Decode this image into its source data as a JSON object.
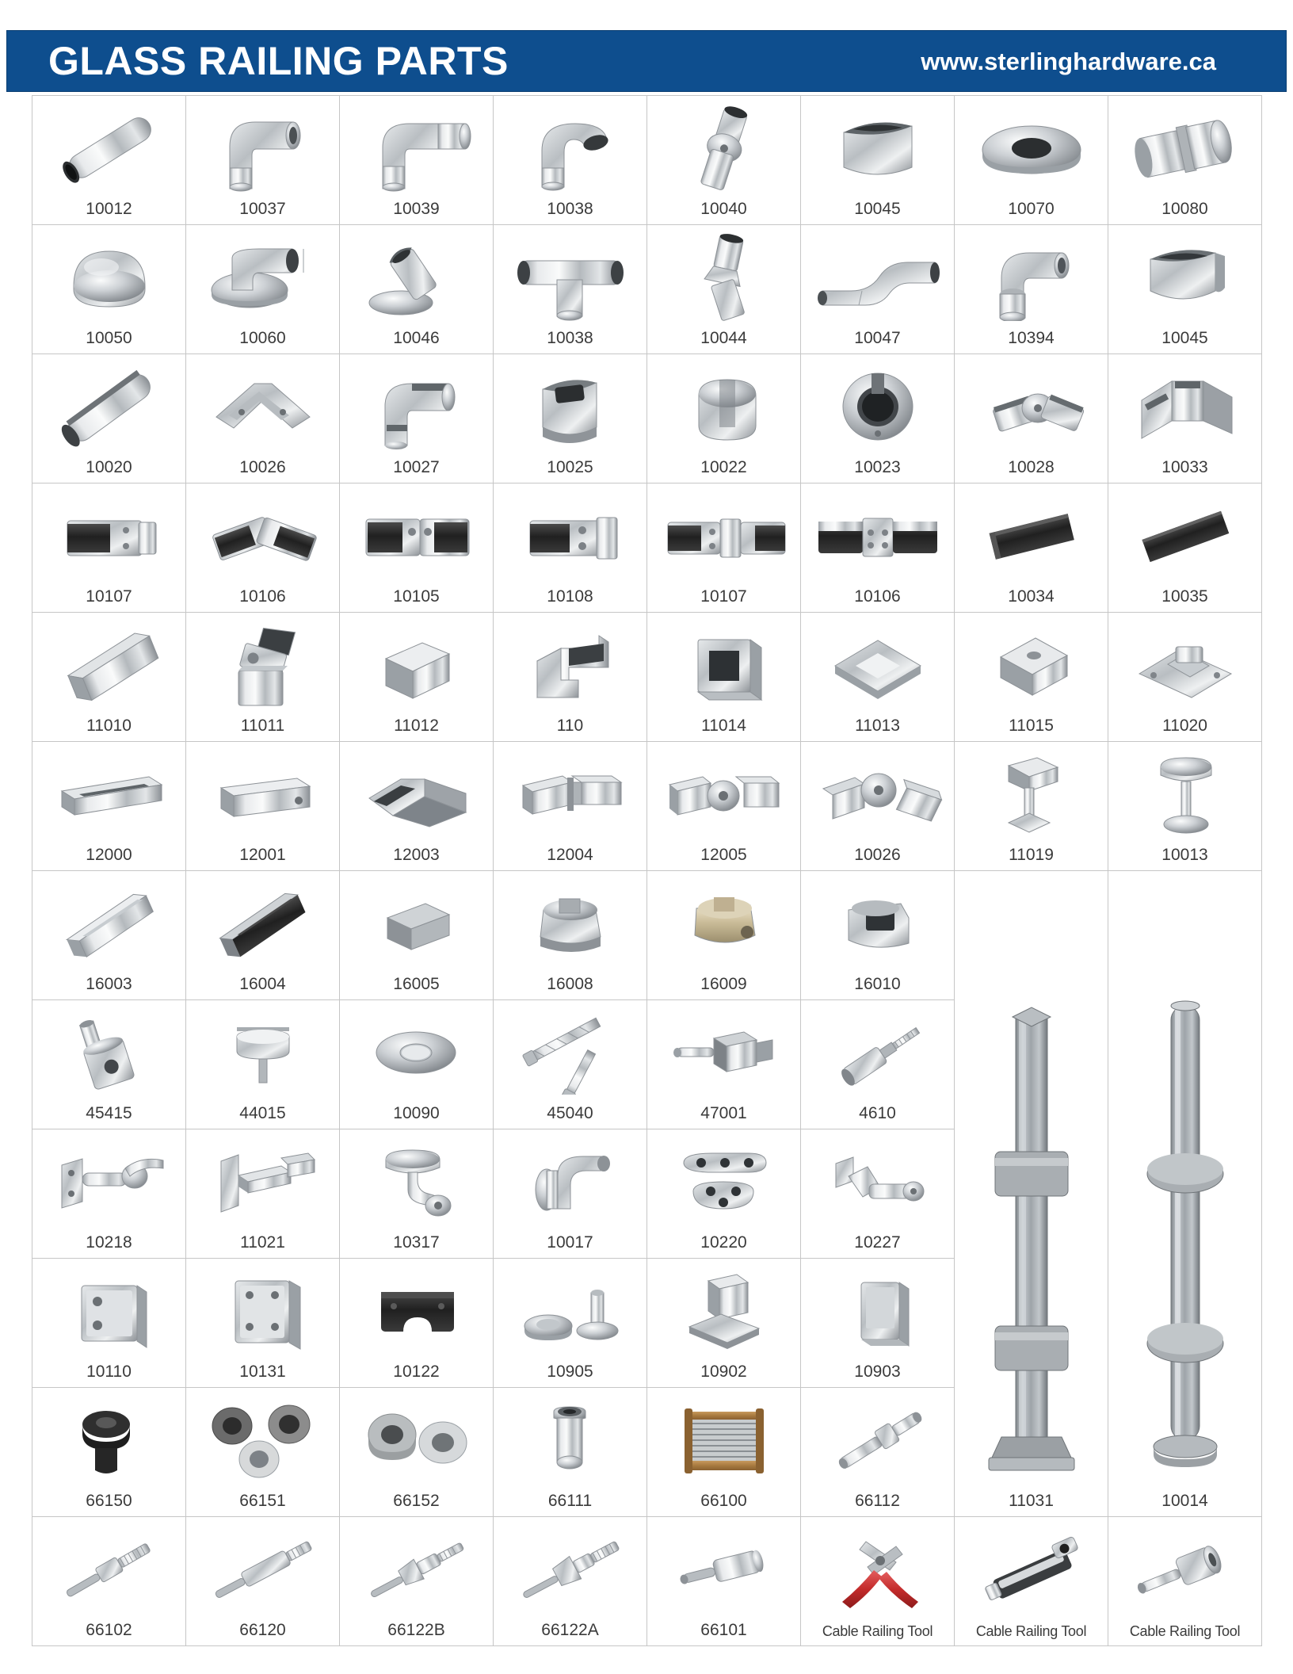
{
  "header": {
    "title": "GLASS RAILING PARTS",
    "url": "www.sterlinghardware.ca",
    "background_color": "#0e4e8e",
    "text_color": "#ffffff"
  },
  "grid": {
    "columns": 8,
    "rows": 12,
    "border_color": "#c6c6c6",
    "label_color": "#3a3a3a"
  },
  "products": {
    "r1": [
      {
        "label": "10012",
        "icon": "straight-tube"
      },
      {
        "label": "10037",
        "icon": "elbow-90-flush"
      },
      {
        "label": "10039",
        "icon": "elbow-90-tube"
      },
      {
        "label": "10038",
        "icon": "elbow-curved"
      },
      {
        "label": "10040",
        "icon": "adjustable-elbow"
      },
      {
        "label": "10045",
        "icon": "saddle-cap"
      },
      {
        "label": "10070",
        "icon": "round-flange-ring"
      },
      {
        "label": "10080",
        "icon": "tube-connector-sleeve"
      }
    ],
    "r2": [
      {
        "label": "10050",
        "icon": "domed-end-cap"
      },
      {
        "label": "10060",
        "icon": "wall-flange-round"
      },
      {
        "label": "10046",
        "icon": "angled-saddle"
      },
      {
        "label": "10038",
        "icon": "tee-fitting"
      },
      {
        "label": "10044",
        "icon": "angled-joint-45"
      },
      {
        "label": "10047",
        "icon": "s-curve-offset"
      },
      {
        "label": "10394",
        "icon": "elbow-swivel"
      },
      {
        "label": "10045",
        "icon": "saddle-trough"
      }
    ],
    "r3": [
      {
        "label": "10020",
        "icon": "slotted-tube"
      },
      {
        "label": "10026",
        "icon": "square-corner-connector"
      },
      {
        "label": "10027",
        "icon": "slotted-corner-elbow"
      },
      {
        "label": "10025",
        "icon": "slot-tube-end-cap"
      },
      {
        "label": "10022",
        "icon": "slotted-round-cap"
      },
      {
        "label": "10023",
        "icon": "slotted-ring-flange"
      },
      {
        "label": "10028",
        "icon": "slot-adjustable-elbow"
      },
      {
        "label": "10033",
        "icon": "slot-corner-block"
      }
    ],
    "r4": [
      {
        "label": "10107",
        "icon": "glass-clamp-flat"
      },
      {
        "label": "10106",
        "icon": "glass-clamp-v"
      },
      {
        "label": "10105",
        "icon": "glass-clamp-corner-90"
      },
      {
        "label": "10108",
        "icon": "glass-clamp-offset"
      },
      {
        "label": "10107",
        "icon": "glass-clamp-double"
      },
      {
        "label": "10106",
        "icon": "glass-clamp-twin"
      },
      {
        "label": "10034",
        "icon": "rubber-gasket-strip"
      },
      {
        "label": "10035",
        "icon": "rubber-insert-strip"
      }
    ],
    "r5": [
      {
        "label": "11010",
        "icon": "square-tube"
      },
      {
        "label": "11011",
        "icon": "square-adjustable-elbow"
      },
      {
        "label": "11012",
        "icon": "square-end-cap"
      },
      {
        "label": "110",
        "icon": "square-elbow-90"
      },
      {
        "label": "11014",
        "icon": "square-wall-plate"
      },
      {
        "label": "11013",
        "icon": "square-base-flange"
      },
      {
        "label": "11015",
        "icon": "square-post-cap"
      },
      {
        "label": "11020",
        "icon": "square-base-plate"
      }
    ],
    "r6": [
      {
        "label": "12000",
        "icon": "rect-tube"
      },
      {
        "label": "12001",
        "icon": "rect-end-cap"
      },
      {
        "label": "12003",
        "icon": "rect-corner-joint"
      },
      {
        "label": "12004",
        "icon": "rect-inline-connector"
      },
      {
        "label": "12005",
        "icon": "rect-pivot-connector"
      },
      {
        "label": "10026",
        "icon": "rect-corner-pivot"
      },
      {
        "label": "11019",
        "icon": "square-handrail-bracket"
      },
      {
        "label": "10013",
        "icon": "round-handrail-bracket"
      }
    ],
    "r7": [
      {
        "label": "16003",
        "icon": "u-channel-profile"
      },
      {
        "label": "16004",
        "icon": "u-channel-black"
      },
      {
        "label": "16005",
        "icon": "channel-end-cap"
      },
      {
        "label": "16008",
        "icon": "spigot-clamp-round"
      },
      {
        "label": "16009",
        "icon": "spigot-clamp-gold"
      },
      {
        "label": "16010",
        "icon": "spigot-square-mount"
      }
    ],
    "r8": [
      {
        "label": "45415",
        "icon": "standoff-pin"
      },
      {
        "label": "44015",
        "icon": "standoff-disc"
      },
      {
        "label": "10090",
        "icon": "flat-washer"
      },
      {
        "label": "45040",
        "icon": "screw-set"
      },
      {
        "label": "47001",
        "icon": "square-fitting-bolt"
      },
      {
        "label": "4610",
        "icon": "threaded-stud-fitting"
      }
    ],
    "r9": [
      {
        "label": "10218",
        "icon": "handrail-wall-bracket"
      },
      {
        "label": "11021",
        "icon": "square-wall-bracket"
      },
      {
        "label": "10317",
        "icon": "handrail-saddle-bracket"
      },
      {
        "label": "10017",
        "icon": "handrail-curved-bracket"
      },
      {
        "label": "10220",
        "icon": "mounting-plates-pair"
      },
      {
        "label": "10227",
        "icon": "angled-handrail-bracket"
      }
    ],
    "r10": [
      {
        "label": "10110",
        "icon": "square-glass-clamp"
      },
      {
        "label": "10131",
        "icon": "square-glass-clamp-tall"
      },
      {
        "label": "10122",
        "icon": "black-glass-clamp"
      },
      {
        "label": "10905",
        "icon": "spigot-base-cover"
      },
      {
        "label": "10902",
        "icon": "square-base-spigot"
      },
      {
        "label": "10903",
        "icon": "slim-glass-spigot"
      }
    ],
    "r11": [
      {
        "label": "66150",
        "icon": "cable-rubber-grommet"
      },
      {
        "label": "66151",
        "icon": "cable-bushings-set"
      },
      {
        "label": "66152",
        "icon": "cable-sleeve-pair"
      },
      {
        "label": "66111",
        "icon": "cable-tension-sleeve"
      },
      {
        "label": "66100",
        "icon": "cable-spool"
      },
      {
        "label": "66112",
        "icon": "cable-swage-fitting"
      }
    ],
    "r12": [
      {
        "label": "66102",
        "icon": "cable-threaded-terminal"
      },
      {
        "label": "66120",
        "icon": "cable-tensioner-long"
      },
      {
        "label": "66122B",
        "icon": "cable-swage-stud-b"
      },
      {
        "label": "66122A",
        "icon": "cable-swage-stud-a"
      },
      {
        "label": "66101",
        "icon": "cable-pin-fitting"
      },
      {
        "label": "Cable Railing Tool",
        "icon": "cable-cutter-tool"
      },
      {
        "label": "Cable Railing Tool",
        "icon": "cable-swaging-tool"
      },
      {
        "label": "Cable Railing Tool",
        "icon": "cable-crimp-tool"
      }
    ],
    "posts": [
      {
        "label": "11031",
        "icon": "square-glass-post"
      },
      {
        "label": "10014",
        "icon": "round-glass-post"
      }
    ]
  }
}
